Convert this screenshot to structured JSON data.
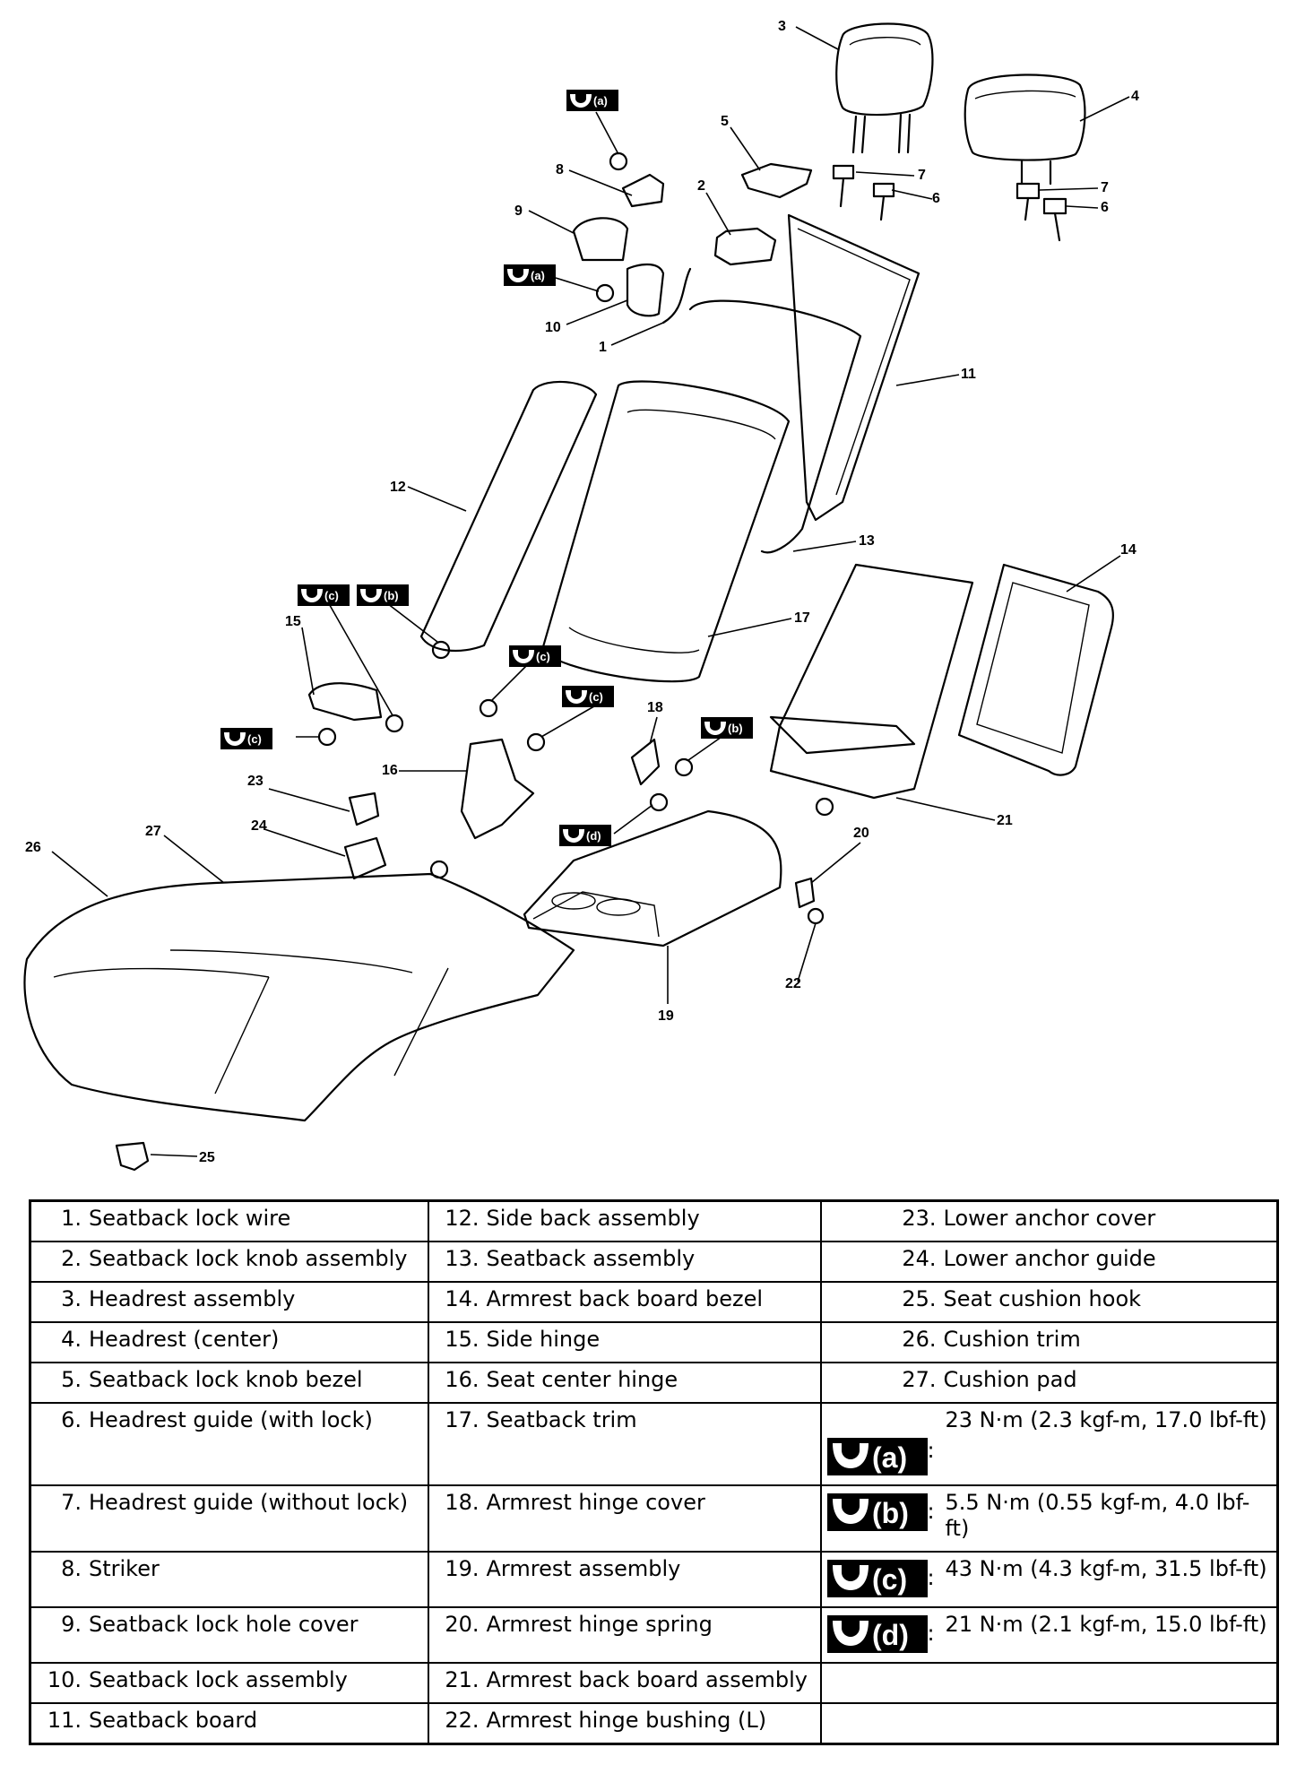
{
  "callouts": {
    "c1": "1",
    "c2": "2",
    "c3": "3",
    "c4": "4",
    "c5": "5",
    "c6a": "6",
    "c6b": "6",
    "c7a": "7",
    "c7b": "7",
    "c8": "8",
    "c9": "9",
    "c10": "10",
    "c11": "11",
    "c12": "12",
    "c13": "13",
    "c14": "14",
    "c15": "15",
    "c16": "16",
    "c17": "17",
    "c18": "18",
    "c19": "19",
    "c20": "20",
    "c21": "21",
    "c22": "22",
    "c23": "23",
    "c24": "24",
    "c25": "25",
    "c26": "26",
    "c27": "27"
  },
  "torque_symbols": {
    "a": "(a)",
    "b": "(b)",
    "c": "(c)",
    "d": "(d)"
  },
  "legend": {
    "col1": [
      {
        "num": "1.",
        "name": "Seatback lock wire"
      },
      {
        "num": "2.",
        "name": "Seatback lock knob assembly"
      },
      {
        "num": "3.",
        "name": "Headrest assembly"
      },
      {
        "num": "4.",
        "name": "Headrest (center)"
      },
      {
        "num": "5.",
        "name": "Seatback lock knob bezel"
      },
      {
        "num": "6.",
        "name": "Headrest guide (with lock)"
      },
      {
        "num": "7.",
        "name": "Headrest guide (without lock)"
      },
      {
        "num": "8.",
        "name": "Striker"
      },
      {
        "num": "9.",
        "name": "Seatback lock hole cover"
      },
      {
        "num": "10.",
        "name": "Seatback lock assembly"
      },
      {
        "num": "11.",
        "name": "Seatback board"
      }
    ],
    "col2": [
      {
        "num": "12.",
        "name": "Side back assembly"
      },
      {
        "num": "13.",
        "name": "Seatback assembly"
      },
      {
        "num": "14.",
        "name": "Armrest back board bezel"
      },
      {
        "num": "15.",
        "name": "Side hinge"
      },
      {
        "num": "16.",
        "name": "Seat center hinge"
      },
      {
        "num": "17.",
        "name": "Seatback trim"
      },
      {
        "num": "18.",
        "name": "Armrest hinge cover"
      },
      {
        "num": "19.",
        "name": "Armrest assembly"
      },
      {
        "num": "20.",
        "name": "Armrest hinge spring"
      },
      {
        "num": "21.",
        "name": "Armrest back board assembly"
      },
      {
        "num": "22.",
        "name": "Armrest hinge bushing (L)"
      }
    ],
    "col3": [
      {
        "num": "23.",
        "name": "Lower anchor cover"
      },
      {
        "num": "24.",
        "name": "Lower anchor guide"
      },
      {
        "num": "25.",
        "name": "Seat cushion hook"
      },
      {
        "num": "26.",
        "name": "Cushion trim"
      },
      {
        "num": "27.",
        "name": "Cushion pad"
      }
    ],
    "torques": [
      {
        "sym": "(a)",
        "colon": ":",
        "value": "23 N⋅m (2.3 kgf-m, 17.0 lbf-ft)"
      },
      {
        "sym": "(b)",
        "colon": ":",
        "value": "5.5 N⋅m (0.55 kgf-m, 4.0 lbf-ft)"
      },
      {
        "sym": "(c)",
        "colon": ":",
        "value": "43 N⋅m (4.3 kgf-m, 31.5 lbf-ft)"
      },
      {
        "sym": "(d)",
        "colon": ":",
        "value": "21 N⋅m (2.1 kgf-m, 15.0 lbf-ft)"
      }
    ]
  }
}
